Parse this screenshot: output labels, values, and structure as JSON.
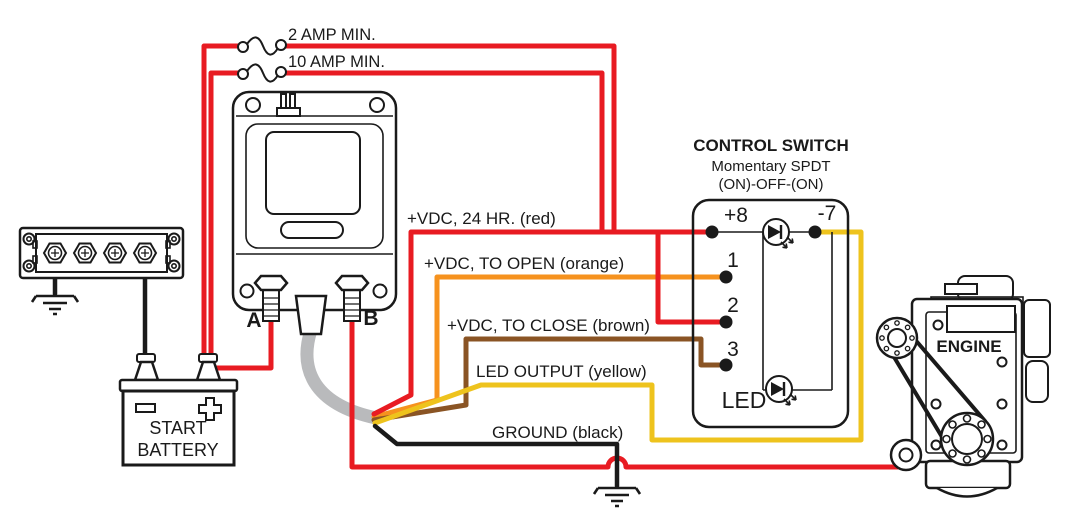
{
  "colors": {
    "red": "#e81b22",
    "orange": "#f6921e",
    "brown": "#8a5424",
    "yellow": "#eec31d",
    "black": "#1a1a1a",
    "gray_cable": "#b9babc",
    "background": "#ffffff"
  },
  "fuses": {
    "fuse1": "2 AMP MIN.",
    "fuse2": "10 AMP MIN."
  },
  "wire_labels": {
    "vdc_24hr": "+VDC, 24 HR. (red)",
    "to_open": "+VDC, TO OPEN (orange)",
    "to_close": "+VDC, TO CLOSE (brown)",
    "led_output": "LED OUTPUT (yellow)",
    "ground": "GROUND (black)"
  },
  "relay": {
    "terminal_a": "A",
    "terminal_b": "B"
  },
  "control_switch": {
    "title": "CONTROL SWITCH",
    "type_line1": "Momentary SPDT",
    "type_line2": "(ON)-OFF-(ON)",
    "terminals": {
      "plus8": "+8",
      "minus7": "-7",
      "t1": "1",
      "t2": "2",
      "t3": "3"
    },
    "led": "LED"
  },
  "battery": {
    "label_line1": "START",
    "label_line2": "BATTERY"
  },
  "engine": {
    "label": "ENGINE"
  }
}
